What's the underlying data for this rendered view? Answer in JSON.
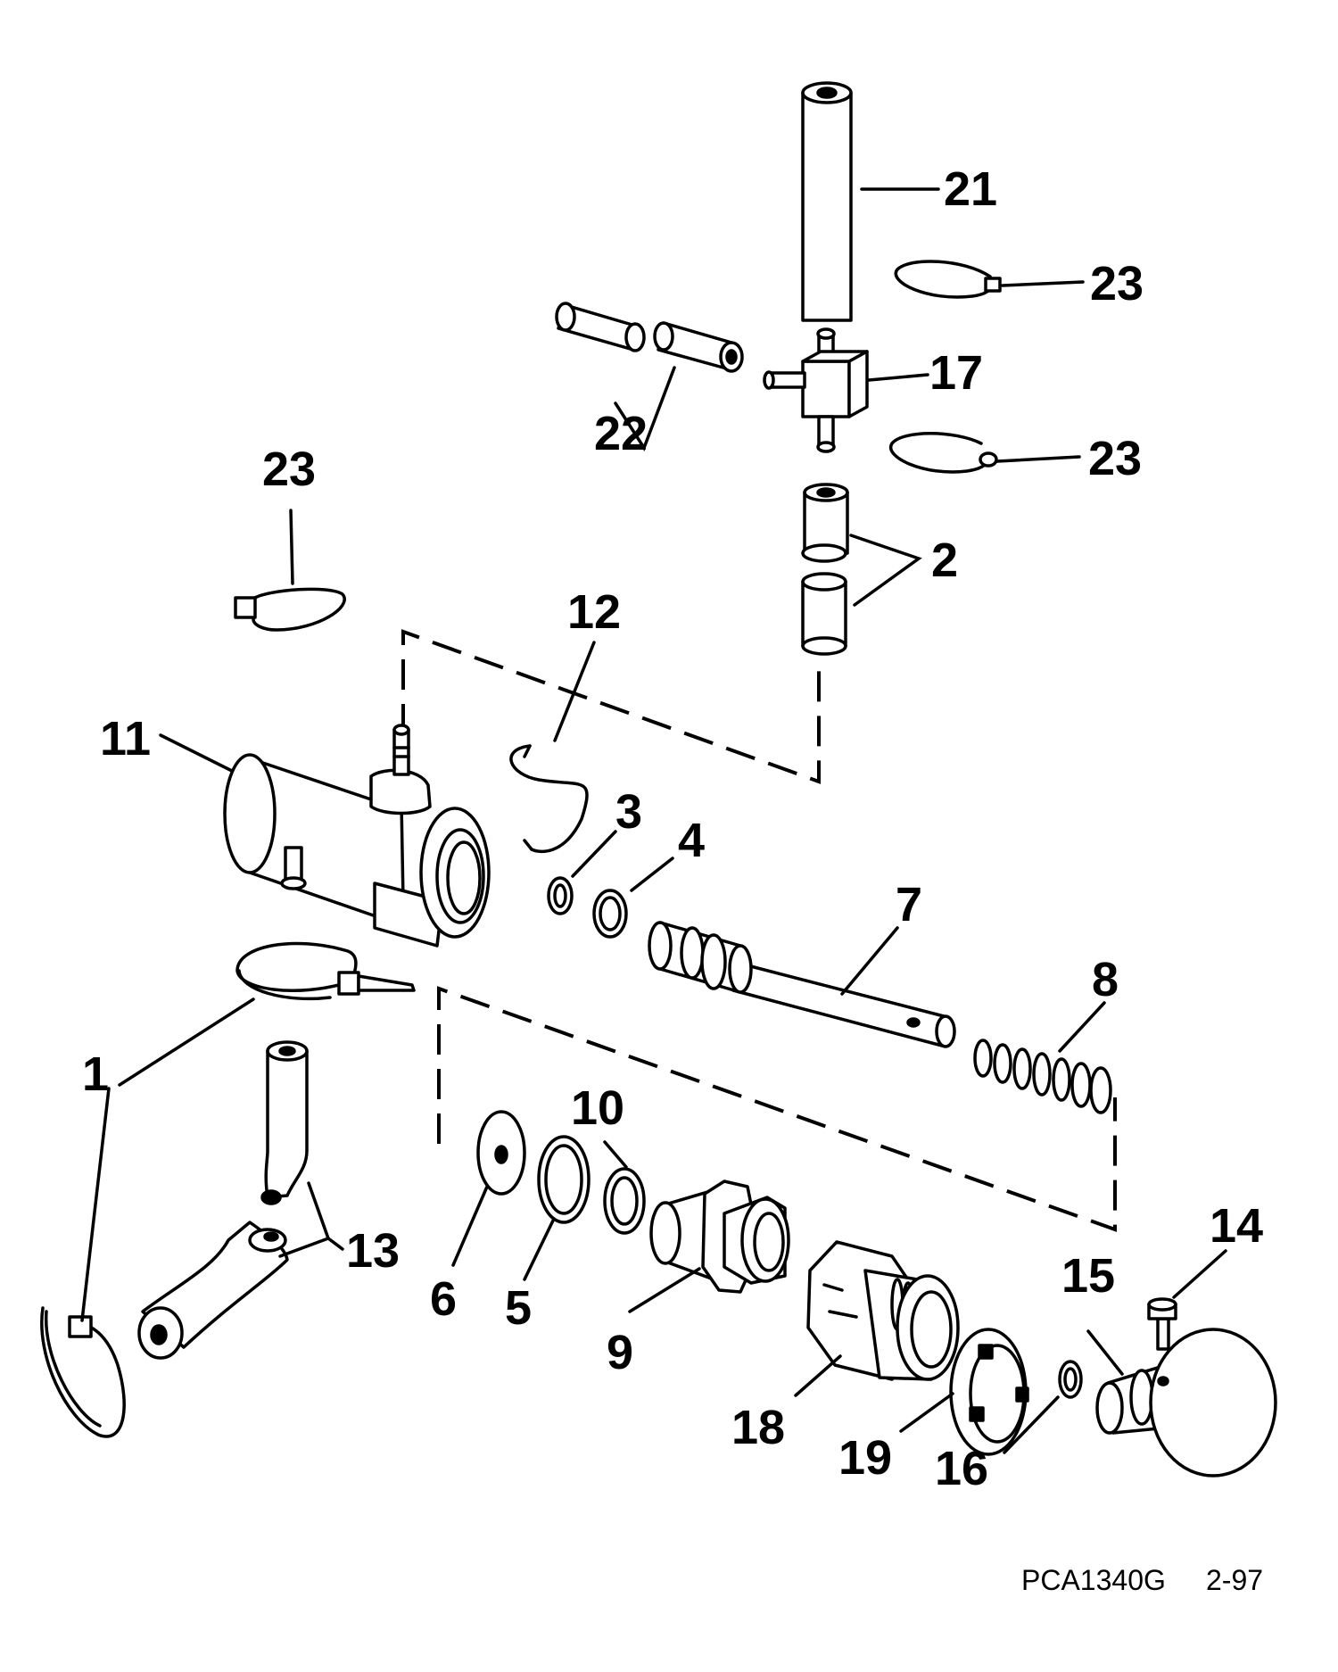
{
  "callouts": {
    "c1": "1",
    "c2": "2",
    "c3": "3",
    "c4": "4",
    "c5": "5",
    "c6": "6",
    "c7": "7",
    "c8": "8",
    "c9": "9",
    "c10": "10",
    "c11": "11",
    "c12": "12",
    "c13": "13",
    "c14": "14",
    "c15": "15",
    "c16": "16",
    "c17": "17",
    "c18": "18",
    "c19": "19",
    "c21": "21",
    "c22": "22",
    "c23a": "23",
    "c23b": "23",
    "c23c": "23"
  },
  "footer": {
    "drawing_id": "PCA1340G",
    "revision": "2-97"
  }
}
